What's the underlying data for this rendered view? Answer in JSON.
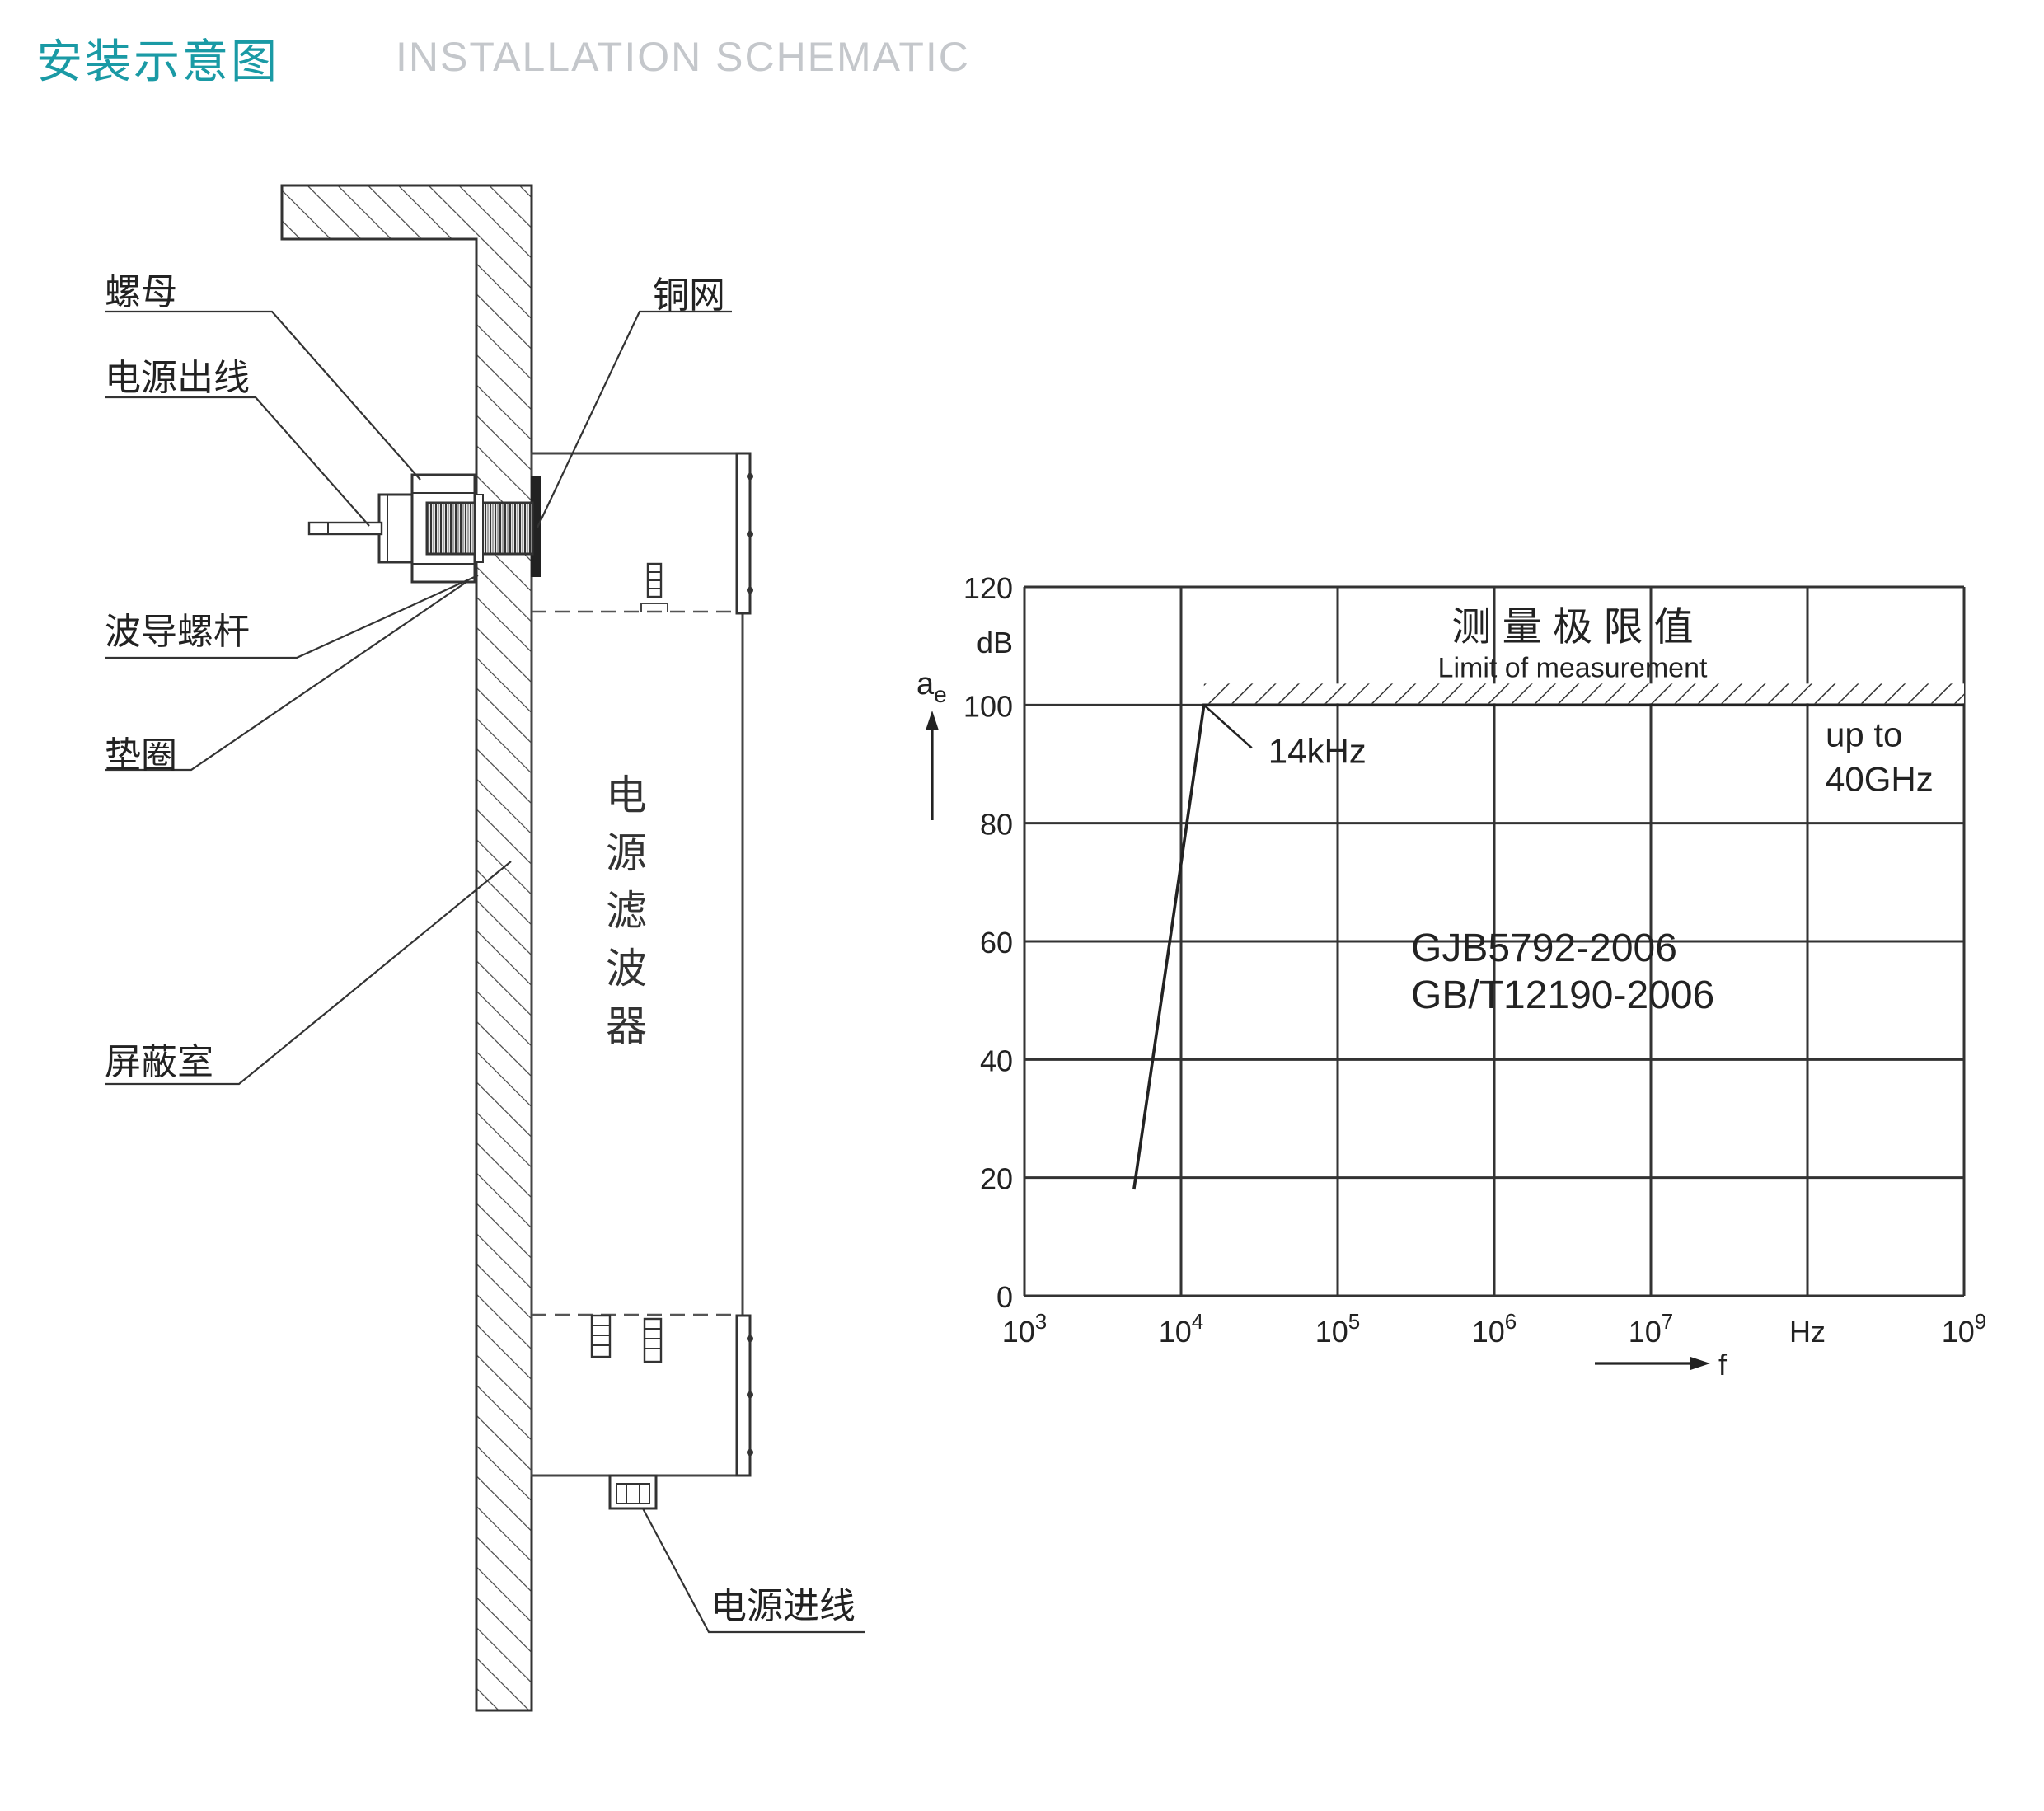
{
  "header": {
    "title_cn": "安装示意图",
    "title_en": "INSTALLATION SCHEMATIC"
  },
  "colors": {
    "accent": "#1a9aa5",
    "subtitle": "#c4c7cb",
    "line": "#3a3a3a"
  },
  "diagram": {
    "labels": {
      "nut": "螺母",
      "power_out": "电源出线",
      "waveguide_rod": "波导螺杆",
      "washer": "垫圈",
      "shield_room": "屏蔽室",
      "copper_mesh": "铜网",
      "power_in": "电源进线"
    },
    "filter_label": [
      "电",
      "源",
      "滤",
      "波",
      "器"
    ]
  },
  "chart_data": {
    "type": "line",
    "title": "测 量 极 限 值",
    "subtitle": "Limit of measurement",
    "ylabel": "ae",
    "yunit": "dB",
    "xlabel": "f",
    "xscale": "log",
    "xlim": [
      1000,
      1000000000
    ],
    "ylim": [
      0,
      120
    ],
    "yticks": [
      0,
      20,
      40,
      60,
      80,
      100,
      120
    ],
    "xticks": [
      {
        "base": "10",
        "exp": "3"
      },
      {
        "base": "10",
        "exp": "4"
      },
      {
        "base": "10",
        "exp": "5"
      },
      {
        "base": "10",
        "exp": "6"
      },
      {
        "base": "10",
        "exp": "7"
      },
      {
        "base": "Hz",
        "exp": ""
      },
      {
        "base": "10",
        "exp": "9"
      }
    ],
    "grid": true,
    "limit_level": 100,
    "series": [
      {
        "x": [
          5000,
          14000,
          1000000000
        ],
        "y": [
          18,
          100,
          100
        ]
      }
    ],
    "annotations": {
      "corner": "14kHz",
      "upper_line1": "up to",
      "upper_line2": "40GHz",
      "standard1": "GJB5792-2006",
      "standard2": "GB/T12190-2006"
    }
  }
}
